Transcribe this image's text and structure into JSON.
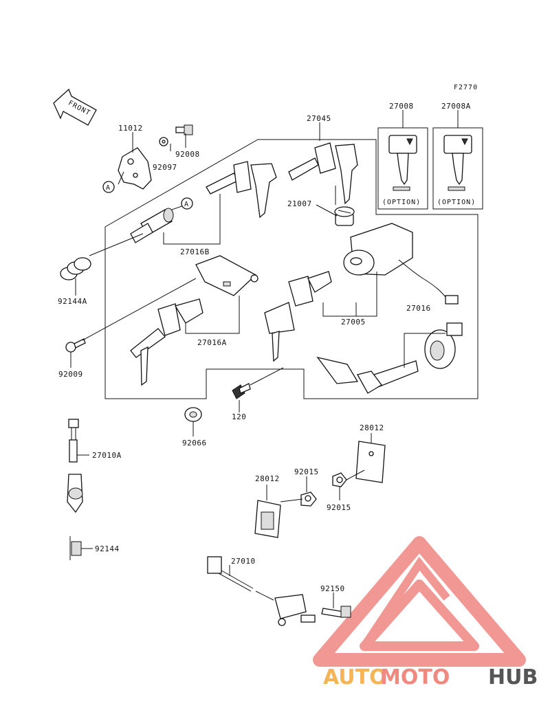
{
  "figure_code": "F2770",
  "front_label": "FRONT",
  "callout_letter": "A",
  "option_text": "(OPTION)",
  "labels": {
    "p11012": "11012",
    "p92097": "92097",
    "p92008": "92008",
    "p27045": "27045",
    "p27008": "27008",
    "p27008A": "27008A",
    "p21007": "21007",
    "p27016B": "27016B",
    "p92144A": "92144A",
    "p27016A": "27016A",
    "p27005": "27005",
    "p27016": "27016",
    "p92009": "92009",
    "p120": "120",
    "p92066": "92066",
    "p27010A": "27010A",
    "p28012a": "28012",
    "p28012b": "28012",
    "p92015a": "92015",
    "p92015b": "92015",
    "p92144": "92144",
    "p27010": "27010",
    "p92150": "92150"
  },
  "watermark": {
    "part1": "AUTO",
    "part2": "MOTO",
    "part3": "HUB",
    "color1": "#f5b455",
    "color2": "#f08a80",
    "color3": "#555555",
    "logo_color": "#f07f7a"
  }
}
